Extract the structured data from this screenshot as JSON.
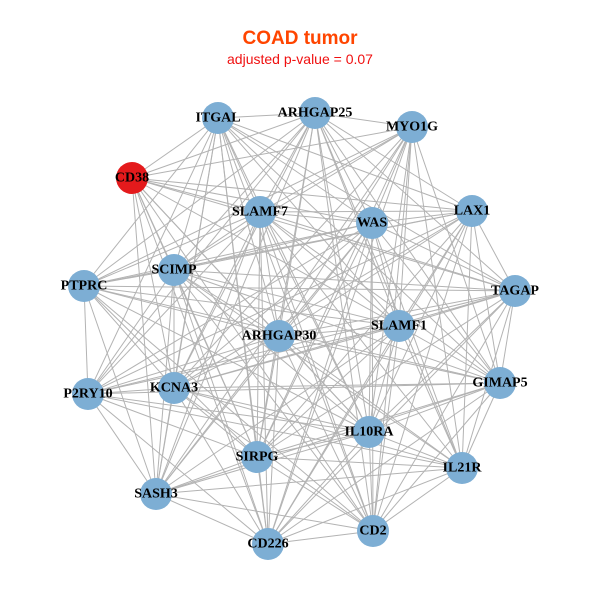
{
  "header": {
    "title": "COAD tumor",
    "subtitle": "adjusted p-value = 0.07",
    "title_color": "#FF4500",
    "subtitle_color": "#F01010"
  },
  "colors": {
    "node_default": "#7DAED4",
    "node_highlight": "#E41A1C",
    "edge": "#B3B3B3"
  },
  "network": {
    "nodes": [
      {
        "id": "ITGAL",
        "highlight": false
      },
      {
        "id": "ARHGAP25",
        "highlight": false
      },
      {
        "id": "MYO1G",
        "highlight": false
      },
      {
        "id": "CD38",
        "highlight": true
      },
      {
        "id": "LAX1",
        "highlight": false
      },
      {
        "id": "SLAMF7",
        "highlight": false
      },
      {
        "id": "WAS",
        "highlight": false
      },
      {
        "id": "SCIMP",
        "highlight": false
      },
      {
        "id": "PTPRC",
        "highlight": false
      },
      {
        "id": "TAGAP",
        "highlight": false
      },
      {
        "id": "ARHGAP30",
        "highlight": false
      },
      {
        "id": "SLAMF1",
        "highlight": false
      },
      {
        "id": "P2RY10",
        "highlight": false
      },
      {
        "id": "KCNA3",
        "highlight": false
      },
      {
        "id": "GIMAP5",
        "highlight": false
      },
      {
        "id": "IL10RA",
        "highlight": false
      },
      {
        "id": "SIRPG",
        "highlight": false
      },
      {
        "id": "IL21R",
        "highlight": false
      },
      {
        "id": "SASH3",
        "highlight": false
      },
      {
        "id": "CD2",
        "highlight": false
      },
      {
        "id": "CD226",
        "highlight": false
      }
    ],
    "missing_edges": [
      [
        "CD38",
        "PTPRC"
      ],
      [
        "MYO1G",
        "LAX1"
      ],
      [
        "CD38",
        "P2RY10"
      ],
      [
        "MYO1G",
        "TAGAP"
      ],
      [
        "ITGAL",
        "MYO1G"
      ],
      [
        "PTPRC",
        "CD226"
      ],
      [
        "P2RY10",
        "CD2"
      ],
      [
        "CD38",
        "IL21R"
      ],
      [
        "ARHGAP25",
        "CD226"
      ],
      [
        "LAX1",
        "SASH3"
      ],
      [
        "TAGAP",
        "SASH3"
      ],
      [
        "PTPRC",
        "IL21R"
      ],
      [
        "CD38",
        "GIMAP5"
      ],
      [
        "MYO1G",
        "P2RY10"
      ],
      [
        "ITGAL",
        "IL21R"
      ]
    ]
  }
}
